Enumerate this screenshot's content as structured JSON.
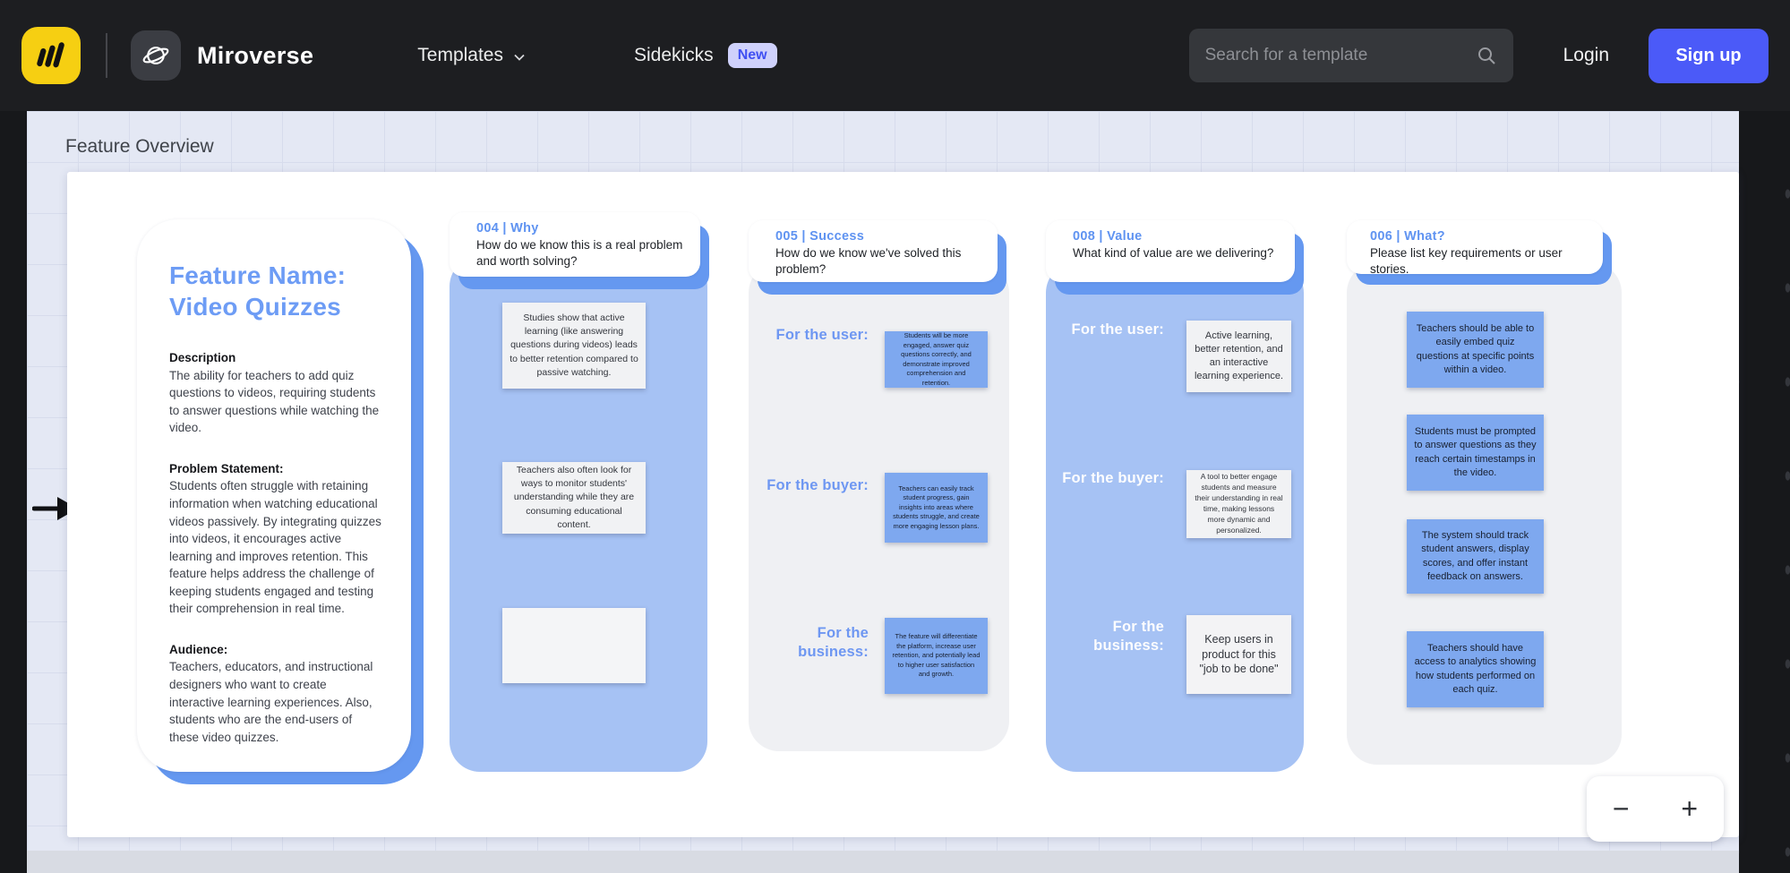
{
  "navbar": {
    "brand": "Miroverse",
    "items": [
      {
        "label": "Templates"
      },
      {
        "label": "Sidekicks",
        "badge": "New"
      }
    ],
    "search_placeholder": "Search for a template",
    "login_label": "Login",
    "signup_label": "Sign up"
  },
  "canvas": {
    "frame_title": "Feature Overview"
  },
  "board": {
    "feature_card": {
      "title": "Feature Name: Video Quizzes",
      "sections": [
        {
          "heading": "Description",
          "body": "The ability for teachers to add quiz questions to videos, requiring students to answer questions while watching the video."
        },
        {
          "heading": "Problem Statement:",
          "body": "Students often struggle with retaining information when watching educational videos passively. By integrating quizzes into videos, it encourages active learning and improves retention. This feature helps address the challenge of keeping students engaged and testing their comprehension in real time."
        },
        {
          "heading": "Audience:",
          "body": "Teachers, educators, and instructional designers who want to create interactive learning experiences. Also, students who are the end-users of these video quizzes."
        }
      ]
    },
    "columns": {
      "why": {
        "tag": "004 | Why",
        "question": "How do we know this is a real problem and worth solving?",
        "stickies": [
          "Studies show that active learning (like answering questions during videos) leads to better retention compared to passive watching.",
          "Teachers also often look for ways to monitor students' understanding while they are consuming educational content.",
          ""
        ]
      },
      "success": {
        "tag": "005 | Success",
        "question": "How do we know we've solved this problem?",
        "rows": [
          {
            "label": "For the user:",
            "sticky": "Students will be more engaged, answer quiz questions correctly, and demonstrate improved comprehension and retention."
          },
          {
            "label": "For the buyer:",
            "sticky": "Teachers can easily track student progress, gain insights into areas where students struggle, and create more engaging lesson plans."
          },
          {
            "label": "For the business:",
            "sticky": "The feature will differentiate the platform, increase user retention, and potentially lead to higher user satisfaction and growth."
          }
        ]
      },
      "value": {
        "tag": "008 | Value",
        "question": "What kind of value are we delivering?",
        "rows": [
          {
            "label": "For the user:",
            "sticky": "Active learning, better retention, and an interactive learning experience."
          },
          {
            "label": "For the buyer:",
            "sticky": "A tool to better engage students and measure their understanding in real time, making lessons more dynamic and personalized."
          },
          {
            "label": "For the business:",
            "sticky": "Keep users in product for this \"job to be done\""
          }
        ]
      },
      "what": {
        "tag": "006 | What?",
        "question": "Please list key requirements or user stories.",
        "stickies": [
          "Teachers should be able to easily embed quiz questions at specific points within a video.",
          "Students must be prompted to answer questions as they reach certain timestamps in the video.",
          "The system should track student answers, display scores, and offer instant feedback on answers.",
          "Teachers should have access to analytics showing how students performed on each quiz."
        ]
      }
    }
  },
  "zoom_controls": {
    "minus": "−",
    "plus": "+"
  },
  "colors": {
    "accent_blue": "#6598f0",
    "light_blue": "#a6c2f4",
    "sticky_blue": "#7ea8ef",
    "miro_yellow": "#f6cf12",
    "signup_blue": "#4b5af8",
    "badge_bg": "#cfd1fb",
    "badge_text": "#4050f2",
    "canvas_bg": "#e4e8f4"
  }
}
